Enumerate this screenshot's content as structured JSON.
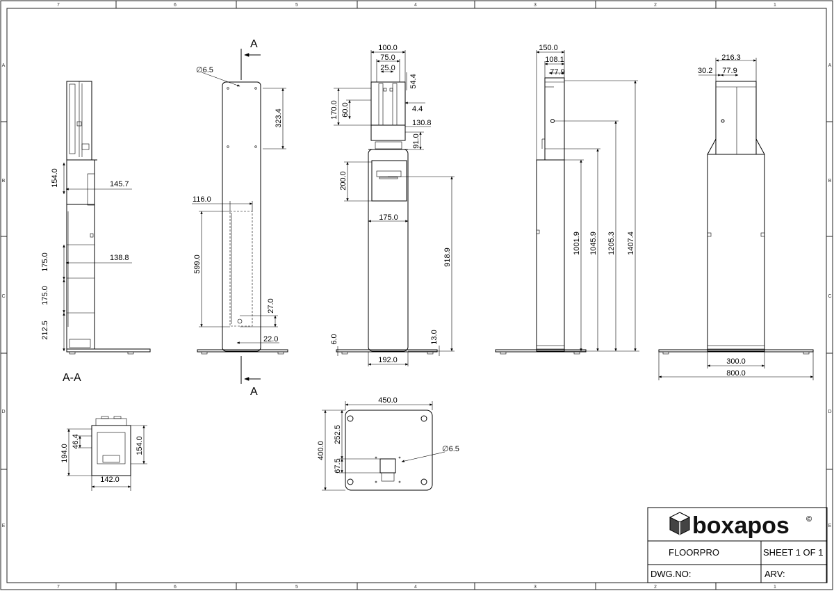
{
  "zones": {
    "top": [
      "7",
      "6",
      "5",
      "4",
      "3",
      "2",
      "1"
    ],
    "side": [
      "A",
      "B",
      "C",
      "D",
      "E"
    ]
  },
  "title_block": {
    "logo_text": "boxapos",
    "logo_mark": "©",
    "drawing_name": "FLOORPRO",
    "sheet": "SHEET 1 OF 1",
    "dwg_no": "DWG.NO:",
    "arv": "ARV:"
  },
  "section_view": {
    "label": "A-A",
    "dims": [
      "154.0",
      "145.7",
      "175.0",
      "138.8",
      "175.0",
      "212.5"
    ]
  },
  "side_view": {
    "section_letter": "A",
    "dims": [
      "∅6.5",
      "323.4",
      "116.0",
      "599.0",
      "27.0",
      "22.0"
    ]
  },
  "front_view": {
    "dims": [
      "100.0",
      "75.0",
      "25.0",
      "54.4",
      "170.0",
      "60.0",
      "4.4",
      "130.8",
      "91.0",
      "200.0",
      "175.0",
      "918.9",
      "6.0",
      "13.0",
      "192.0"
    ]
  },
  "right_view": {
    "dims": [
      "150.0",
      "108.1",
      "77.9",
      "1001.9",
      "1045.9",
      "1205.3",
      "1407.4"
    ]
  },
  "back_view": {
    "dims": [
      "216.3",
      "30.2",
      "77.9",
      "300.0",
      "800.0"
    ]
  },
  "top_view_small": {
    "dims": [
      "46.4",
      "194.0",
      "154.0",
      "142.0"
    ]
  },
  "base_plate": {
    "dims": [
      "450.0",
      "252.5",
      "400.0",
      "67.5",
      "∅6.5"
    ]
  }
}
